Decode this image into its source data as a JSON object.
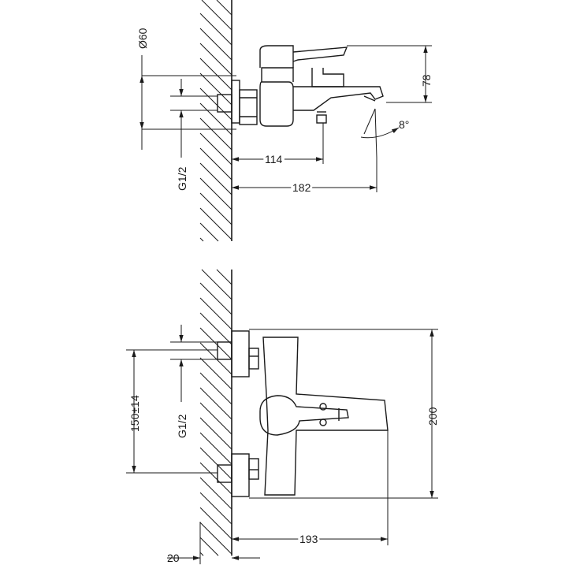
{
  "dimensions": {
    "side_view": {
      "body_diameter": "Ø60",
      "height": "78",
      "spout_angle": "8°",
      "outlet_offset": "114",
      "spout_reach": "182",
      "thread": "G1/2"
    },
    "front_view": {
      "inlet_spacing": "150±14",
      "thread": "G1/2",
      "overall_height": "200",
      "overall_depth": "193",
      "wall_offset": "20"
    }
  }
}
